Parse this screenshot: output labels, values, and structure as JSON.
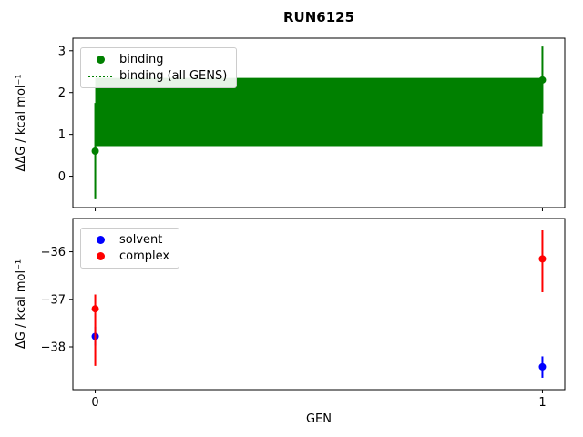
{
  "figure_title": "RUN6125",
  "chart_data": [
    {
      "type": "scatter",
      "title": "RUN6125",
      "ylabel": "ΔΔG / kcal mol⁻¹",
      "xlabel": "",
      "xlim": [
        -0.05,
        1.05
      ],
      "ylim": [
        -0.75,
        3.3
      ],
      "yticks": [
        0,
        1,
        2,
        3
      ],
      "xticks": [
        0,
        1
      ],
      "show_xtick_labels": false,
      "grid": false,
      "legend_position": "upper-left",
      "band": {
        "name": "binding (all GENS)",
        "color": "#008000",
        "x0": 0,
        "x1": 1,
        "lo": 0.72,
        "hi": 2.35,
        "mid": 1.53,
        "line_style": "dotted"
      },
      "series": [
        {
          "name": "binding",
          "color": "#008000",
          "marker": "circle",
          "points": [
            {
              "x": 0,
              "y": 0.6,
              "lo": -0.55,
              "hi": 1.75
            },
            {
              "x": 1,
              "y": 2.3,
              "lo": 1.5,
              "hi": 3.1
            }
          ]
        }
      ],
      "legend": [
        {
          "label": "binding",
          "marker": "dot",
          "color": "#008000"
        },
        {
          "label": "binding (all GENS)",
          "marker": "dotted-line",
          "color": "#008000"
        }
      ]
    },
    {
      "type": "scatter",
      "title": "",
      "ylabel": "ΔG / kcal mol⁻¹",
      "xlabel": "GEN",
      "xlim": [
        -0.05,
        1.05
      ],
      "ylim": [
        -38.9,
        -35.3
      ],
      "yticks": [
        -36,
        -37,
        -38
      ],
      "xticks": [
        0,
        1
      ],
      "show_xtick_labels": true,
      "grid": false,
      "legend_position": "upper-left",
      "series": [
        {
          "name": "solvent",
          "color": "#0000ff",
          "marker": "circle",
          "points": [
            {
              "x": 0,
              "y": -37.78,
              "lo": -37.97,
              "hi": -37.58
            },
            {
              "x": 1,
              "y": -38.42,
              "lo": -38.65,
              "hi": -38.2
            }
          ]
        },
        {
          "name": "complex",
          "color": "#ff0000",
          "marker": "circle",
          "points": [
            {
              "x": 0,
              "y": -37.2,
              "lo": -38.4,
              "hi": -36.9
            },
            {
              "x": 1,
              "y": -36.15,
              "lo": -36.85,
              "hi": -35.55
            }
          ]
        }
      ],
      "legend": [
        {
          "label": "solvent",
          "marker": "dot",
          "color": "#0000ff"
        },
        {
          "label": "complex",
          "marker": "dot",
          "color": "#ff0000"
        }
      ]
    }
  ]
}
